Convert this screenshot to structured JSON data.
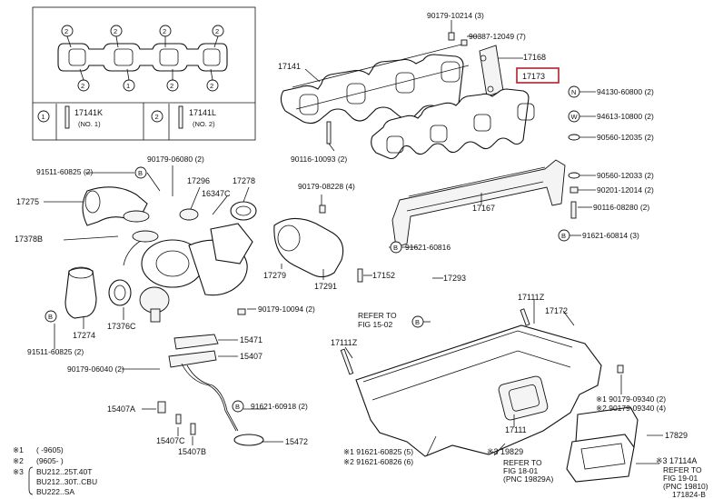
{
  "diagram_id": "171824-B",
  "legend_box": {
    "circle1_label": "1",
    "circle2_label": "2",
    "item1_part": "17141K",
    "item1_sub": "(NO. 1)",
    "item2_part": "17141L",
    "item2_sub": "(NO. 2)"
  },
  "gasket_marks": [
    "2",
    "2",
    "2",
    "2",
    "2",
    "1",
    "2",
    "2"
  ],
  "labels": {
    "p90179_10214": "90179-10214 (3)",
    "p90387_12049": "90387-12049 (7)",
    "p17141": "17141",
    "p17168": "17168",
    "p17173": "17173",
    "p94130": "94130-60800 (2)",
    "p94613": "94613-10800 (2)",
    "p90560_12035": "90560-12035 (2)",
    "p90116_10093": "90116-10093 (2)",
    "p90560_12033": "90560-12033 (2)",
    "p90201_12014": "90201-12014 (2)",
    "p90116_08280": "90116-08280 (2)",
    "p91621_60814": "91621-60814 (3)",
    "p90179_08228": "90179-08228 (4)",
    "p17167": "17167",
    "p90179_06080": "90179-06080 (2)",
    "p91511_60825_top": "91511-60825 (2)",
    "p17296": "17296",
    "p17278": "17278",
    "p16347C": "16347C",
    "p17275": "17275",
    "p17378B": "17378B",
    "p91621_60816": "91621-60816",
    "p17293": "17293",
    "p17279": "17279",
    "p17291": "17291",
    "p17152": "17152",
    "p90179_10094": "90179-10094 (2)",
    "p17111Z_a": "17111Z",
    "p17172": "17172",
    "p17274": "17274",
    "p17376C": "17376C",
    "p91511_60825_bot": "91511-60825 (2)",
    "p15471": "15471",
    "p15407": "15407",
    "p90179_06040": "90179-06040 (2)",
    "refer_15_02_a": "REFER TO",
    "refer_15_02_b": "FIG 15-02",
    "p17111Z_b": "17111Z",
    "p90179_09340_1": "※1 90179-09340 (2)",
    "p90179_09340_2": "※2 90179-09340 (4)",
    "p91621_60918": "91621-60918 (2)",
    "p15407A": "15407A",
    "p17829": "17829",
    "p15472": "15472",
    "p15407B": "15407B",
    "p15407C": "15407C",
    "p17111": "17111",
    "p91621_60825_1": "※1 91621-60825 (5)",
    "p91621_60825_2": "※2 91621-60826 (6)",
    "p19829": "※3 19829",
    "refer_18_01_a": "REFER TO",
    "refer_18_01_b": "FIG 18-01",
    "p17114A": "※3 17114A",
    "refer_19_01_a": "REFER TO",
    "refer_19_01_b": "FIG 19-01",
    "refer_19_01_c": "(PNC 19810)",
    "refer_18_01_c": "(PNC 19829A)"
  },
  "bolt_badges": {
    "N": "N",
    "W": "W",
    "B": "B"
  },
  "notes": [
    {
      "mark": "※1",
      "text": "(      -9605)"
    },
    {
      "mark": "※2",
      "text": "(9605-      )"
    },
    {
      "mark": "※3",
      "text": "BU212..25T.40T"
    },
    {
      "mark": "",
      "text": "BU212..30T..CBU"
    },
    {
      "mark": "",
      "text": "BU222..SA"
    }
  ],
  "colors": {
    "highlight": "#b0202a",
    "line": "#111111"
  }
}
